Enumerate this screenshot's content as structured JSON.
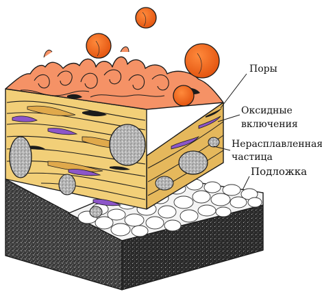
{
  "labels": {
    "pores": "Поры",
    "oxide_line1": "Оксидные",
    "oxide_line2": "включения",
    "unmelted_line1": "Нерасплавленная",
    "unmelted_line2": "частица",
    "substrate": "Подложка"
  },
  "colors": {
    "splat_fill": "#f2cf78",
    "splat_shadow": "#d9a94a",
    "spray_particle": "#f06a1c",
    "top_splash": "#f59266",
    "oxide_inclusion": "#8c56c8",
    "unmelted_particle": "#b8b8b8",
    "substrate_dark": "#3a3a3a",
    "substrate_grit": "#e9e9e9",
    "outline": "#1b1b1b"
  },
  "icons": [
    "spray-particle",
    "unmelted-particle",
    "oxide-inclusion",
    "pore",
    "substrate-grain"
  ]
}
